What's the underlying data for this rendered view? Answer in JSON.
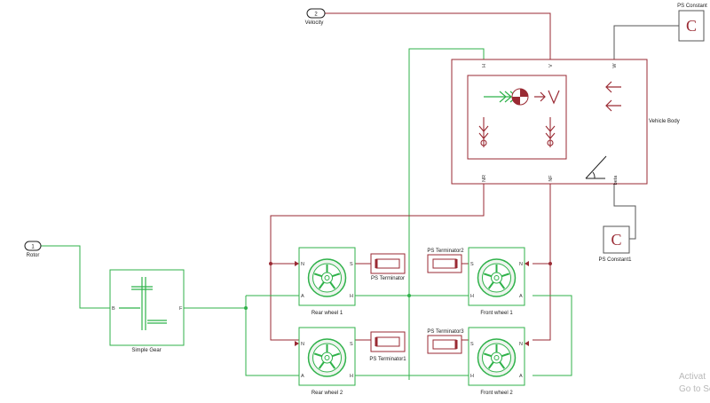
{
  "colors": {
    "green": "#2fb24a",
    "maroon": "#9a2a33",
    "gray": "#555555",
    "dark": "#222222",
    "block_fill": "#ffffff",
    "wheel_fill": "#eef5ee"
  },
  "labels": {
    "velocity": "Velocity",
    "velocity_num": "2",
    "rotor": "Rotor",
    "rotor_num": "1",
    "ps_constant": "PS Constant",
    "ps_constant1": "PS Constant1",
    "vehicle_body": "Vehicle Body",
    "simple_gear": "Simple Gear",
    "rear_wheel_1": "Rear wheel 1",
    "rear_wheel_2": "Rear wheel 2",
    "front_wheel_1": "Front wheel 1",
    "front_wheel_2": "Front wheel 2",
    "ps_terminator": "PS Terminator",
    "ps_terminator1": "PS Terminator1",
    "ps_terminator2": "PS Terminator2",
    "ps_terminator3": "PS Terminator3"
  },
  "ports": {
    "gear_b": "B",
    "gear_f": "F",
    "wheel_n": "N",
    "wheel_a": "A",
    "wheel_h": "H",
    "wheel_s": "S",
    "body_h": "H",
    "body_v": "V",
    "body_w": "W",
    "body_nr": "NR",
    "body_nf": "NF",
    "body_beta": "beta"
  },
  "watermark": {
    "line1": "Activat",
    "line2": "Go to Set"
  }
}
